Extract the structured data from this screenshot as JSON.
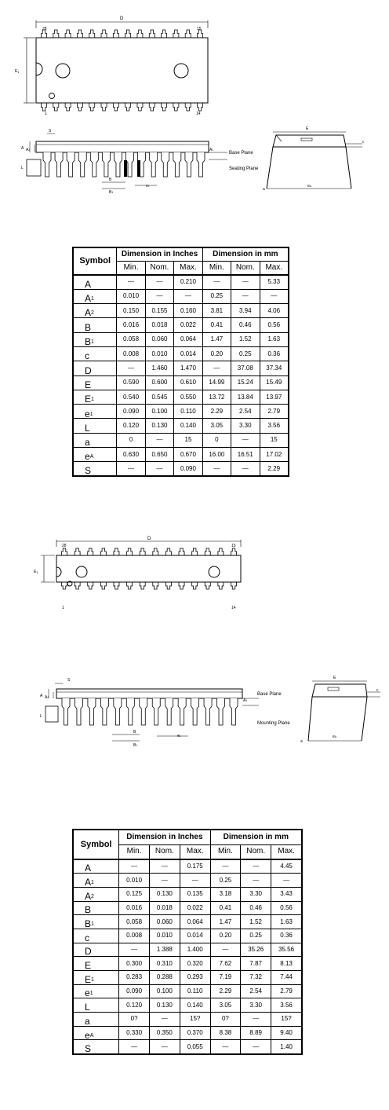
{
  "drawing1": {
    "top": {
      "dim_d": "D",
      "dim_e1": "E",
      "dim_e1_sub": "1",
      "pin_first_top": "28",
      "pin_last_top": "15",
      "pin_first_bottom": "1",
      "pin_last_bottom": "14"
    },
    "side": {
      "label_s": "S",
      "label_a": "A",
      "label_a1": "A",
      "label_a1_sub": "1",
      "label_a2": "A",
      "label_a2_sub": "2",
      "label_l": "L",
      "label_b": "B",
      "label_b1": "B",
      "label_b1_sub": "1",
      "label_e1": "e",
      "label_e1_sub": "1",
      "base_plane": "Base Plane",
      "seating_plane": "Seating Plane"
    },
    "end": {
      "label_e": "E",
      "label_c": "c",
      "label_ea": "e",
      "label_ea_sub": "A",
      "label_alpha": "a"
    }
  },
  "drawing2": {
    "top": {
      "dim_d": "D",
      "dim_e1": "E",
      "dim_e1_sub": "1",
      "pin_first_top": "28",
      "pin_last_top": "15",
      "pin_first_bottom": "1",
      "pin_last_bottom": "14"
    },
    "side": {
      "label_s": "S",
      "label_a": "A",
      "label_a1": "A",
      "label_a1_sub": "1",
      "label_a2": "A",
      "label_a2_sub": "2",
      "label_l": "L",
      "label_b": "B",
      "label_b1": "B",
      "label_b1_sub": "1",
      "label_e1": "e",
      "label_e1_sub": "1",
      "base_plane": "Base Plane",
      "mounting_plane": "Mounting Plane"
    },
    "end": {
      "label_e": "E",
      "label_c": "c",
      "label_ea": "e",
      "label_ea_sub": "A",
      "label_alpha": "a"
    }
  },
  "table1": {
    "symbol_header": "Symbol",
    "inch_header": "Dimension in Inches",
    "mm_header": "Dimension in mm",
    "subheaders": [
      "Min.",
      "Nom.",
      "Max.",
      "Min.",
      "Nom.",
      "Max."
    ],
    "rows": [
      {
        "sym": "A",
        "sub": "",
        "vals": [
          "—",
          "—",
          "0.210",
          "—",
          "—",
          "5.33"
        ]
      },
      {
        "sym": "A",
        "sub": "1",
        "vals": [
          "0.010",
          "—",
          "—",
          "0.25",
          "—",
          "—"
        ]
      },
      {
        "sym": "A",
        "sub": "2",
        "vals": [
          "0.150",
          "0.155",
          "0.160",
          "3.81",
          "3.94",
          "4.06"
        ]
      },
      {
        "sym": "B",
        "sub": "",
        "vals": [
          "0.016",
          "0.018",
          "0.022",
          "0.41",
          "0.46",
          "0.56"
        ]
      },
      {
        "sym": "B",
        "sub": "1",
        "vals": [
          "0.058",
          "0.060",
          "0.064",
          "1.47",
          "1.52",
          "1.63"
        ]
      },
      {
        "sym": "c",
        "sub": "",
        "vals": [
          "0.008",
          "0.010",
          "0.014",
          "0.20",
          "0.25",
          "0.36"
        ]
      },
      {
        "sym": "D",
        "sub": "",
        "vals": [
          "—",
          "1.460",
          "1.470",
          "—",
          "37.08",
          "37.34"
        ]
      },
      {
        "sym": "E",
        "sub": "",
        "vals": [
          "0.590",
          "0.600",
          "0.610",
          "14.99",
          "15.24",
          "15.49"
        ]
      },
      {
        "sym": "E",
        "sub": "1",
        "vals": [
          "0.540",
          "0.545",
          "0.550",
          "13.72",
          "13.84",
          "13.97"
        ]
      },
      {
        "sym": "e",
        "sub": "1",
        "vals": [
          "0.090",
          "0.100",
          "0.110",
          "2.29",
          "2.54",
          "2.79"
        ]
      },
      {
        "sym": "L",
        "sub": "",
        "vals": [
          "0.120",
          "0.130",
          "0.140",
          "3.05",
          "3.30",
          "3.56"
        ]
      },
      {
        "sym": "a",
        "sub": "",
        "vals": [
          "0",
          "—",
          "15",
          "0",
          "—",
          "15"
        ]
      },
      {
        "sym": "e",
        "sub": "A",
        "vals": [
          "0.630",
          "0.650",
          "0.670",
          "16.00",
          "16.51",
          "17.02"
        ]
      },
      {
        "sym": "S",
        "sub": "",
        "vals": [
          "—",
          "—",
          "0.090",
          "—",
          "—",
          "2.29"
        ]
      }
    ]
  },
  "table2": {
    "symbol_header": "Symbol",
    "inch_header": "Dimension in Inches",
    "mm_header": "Dimension in mm",
    "subheaders": [
      "Min.",
      "Nom.",
      "Max.",
      "Min.",
      "Nom.",
      "Max."
    ],
    "rows": [
      {
        "sym": "A",
        "sub": "",
        "vals": [
          "—",
          "—",
          "0.175",
          "—",
          "—",
          "4.45"
        ]
      },
      {
        "sym": "A",
        "sub": "1",
        "vals": [
          "0.010",
          "—",
          "—",
          "0.25",
          "—",
          "—"
        ]
      },
      {
        "sym": "A",
        "sub": "2",
        "vals": [
          "0.125",
          "0.130",
          "0.135",
          "3.18",
          "3.30",
          "3.43"
        ]
      },
      {
        "sym": "B",
        "sub": "",
        "vals": [
          "0.016",
          "0.018",
          "0.022",
          "0.41",
          "0.46",
          "0.56"
        ]
      },
      {
        "sym": "B",
        "sub": "1",
        "vals": [
          "0.058",
          "0.060",
          "0.064",
          "1.47",
          "1.52",
          "1.63"
        ]
      },
      {
        "sym": "c",
        "sub": "",
        "vals": [
          "0.008",
          "0.010",
          "0.014",
          "0.20",
          "0.25",
          "0.36"
        ]
      },
      {
        "sym": "D",
        "sub": "",
        "vals": [
          "—",
          "1.388",
          "1.400",
          "—",
          "35.26",
          "35.56"
        ]
      },
      {
        "sym": "E",
        "sub": "",
        "vals": [
          "0.300",
          "0.310",
          "0.320",
          "7.62",
          "7.87",
          "8.13"
        ]
      },
      {
        "sym": "E",
        "sub": "1",
        "vals": [
          "0.283",
          "0.288",
          "0.293",
          "7.19",
          "7.32",
          "7.44"
        ]
      },
      {
        "sym": "e",
        "sub": "1",
        "vals": [
          "0.090",
          "0.100",
          "0.110",
          "2.29",
          "2.54",
          "2.79"
        ]
      },
      {
        "sym": "L",
        "sub": "",
        "vals": [
          "0.120",
          "0.130",
          "0.140",
          "3.05",
          "3.30",
          "3.56"
        ]
      },
      {
        "sym": "a",
        "sub": "",
        "vals": [
          "0?",
          "—",
          "15?",
          "0?",
          "—",
          "15?"
        ]
      },
      {
        "sym": "e",
        "sub": "A",
        "vals": [
          "0.330",
          "0.350",
          "0.370",
          "8.38",
          "8.89",
          "9.40"
        ]
      },
      {
        "sym": "S",
        "sub": "",
        "vals": [
          "—",
          "—",
          "0.055",
          "—",
          "—",
          "1.40"
        ]
      }
    ]
  }
}
